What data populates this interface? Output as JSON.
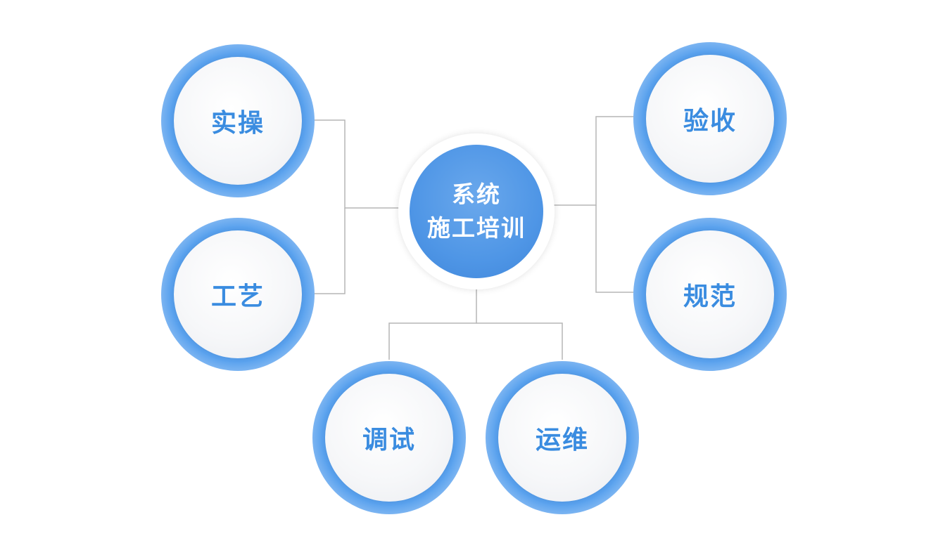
{
  "center": {
    "line1": "系统",
    "line2": "施工培训"
  },
  "nodes": {
    "practice": "实操",
    "craft": "工艺",
    "acceptance": "验收",
    "standard": "规范",
    "debugging": "调试",
    "operation": "运维"
  },
  "colors": {
    "accent": "#3a8ce0",
    "ring": "#4a96e8",
    "connector": "#b5b5b5",
    "center_fill": "#4f96e6"
  }
}
